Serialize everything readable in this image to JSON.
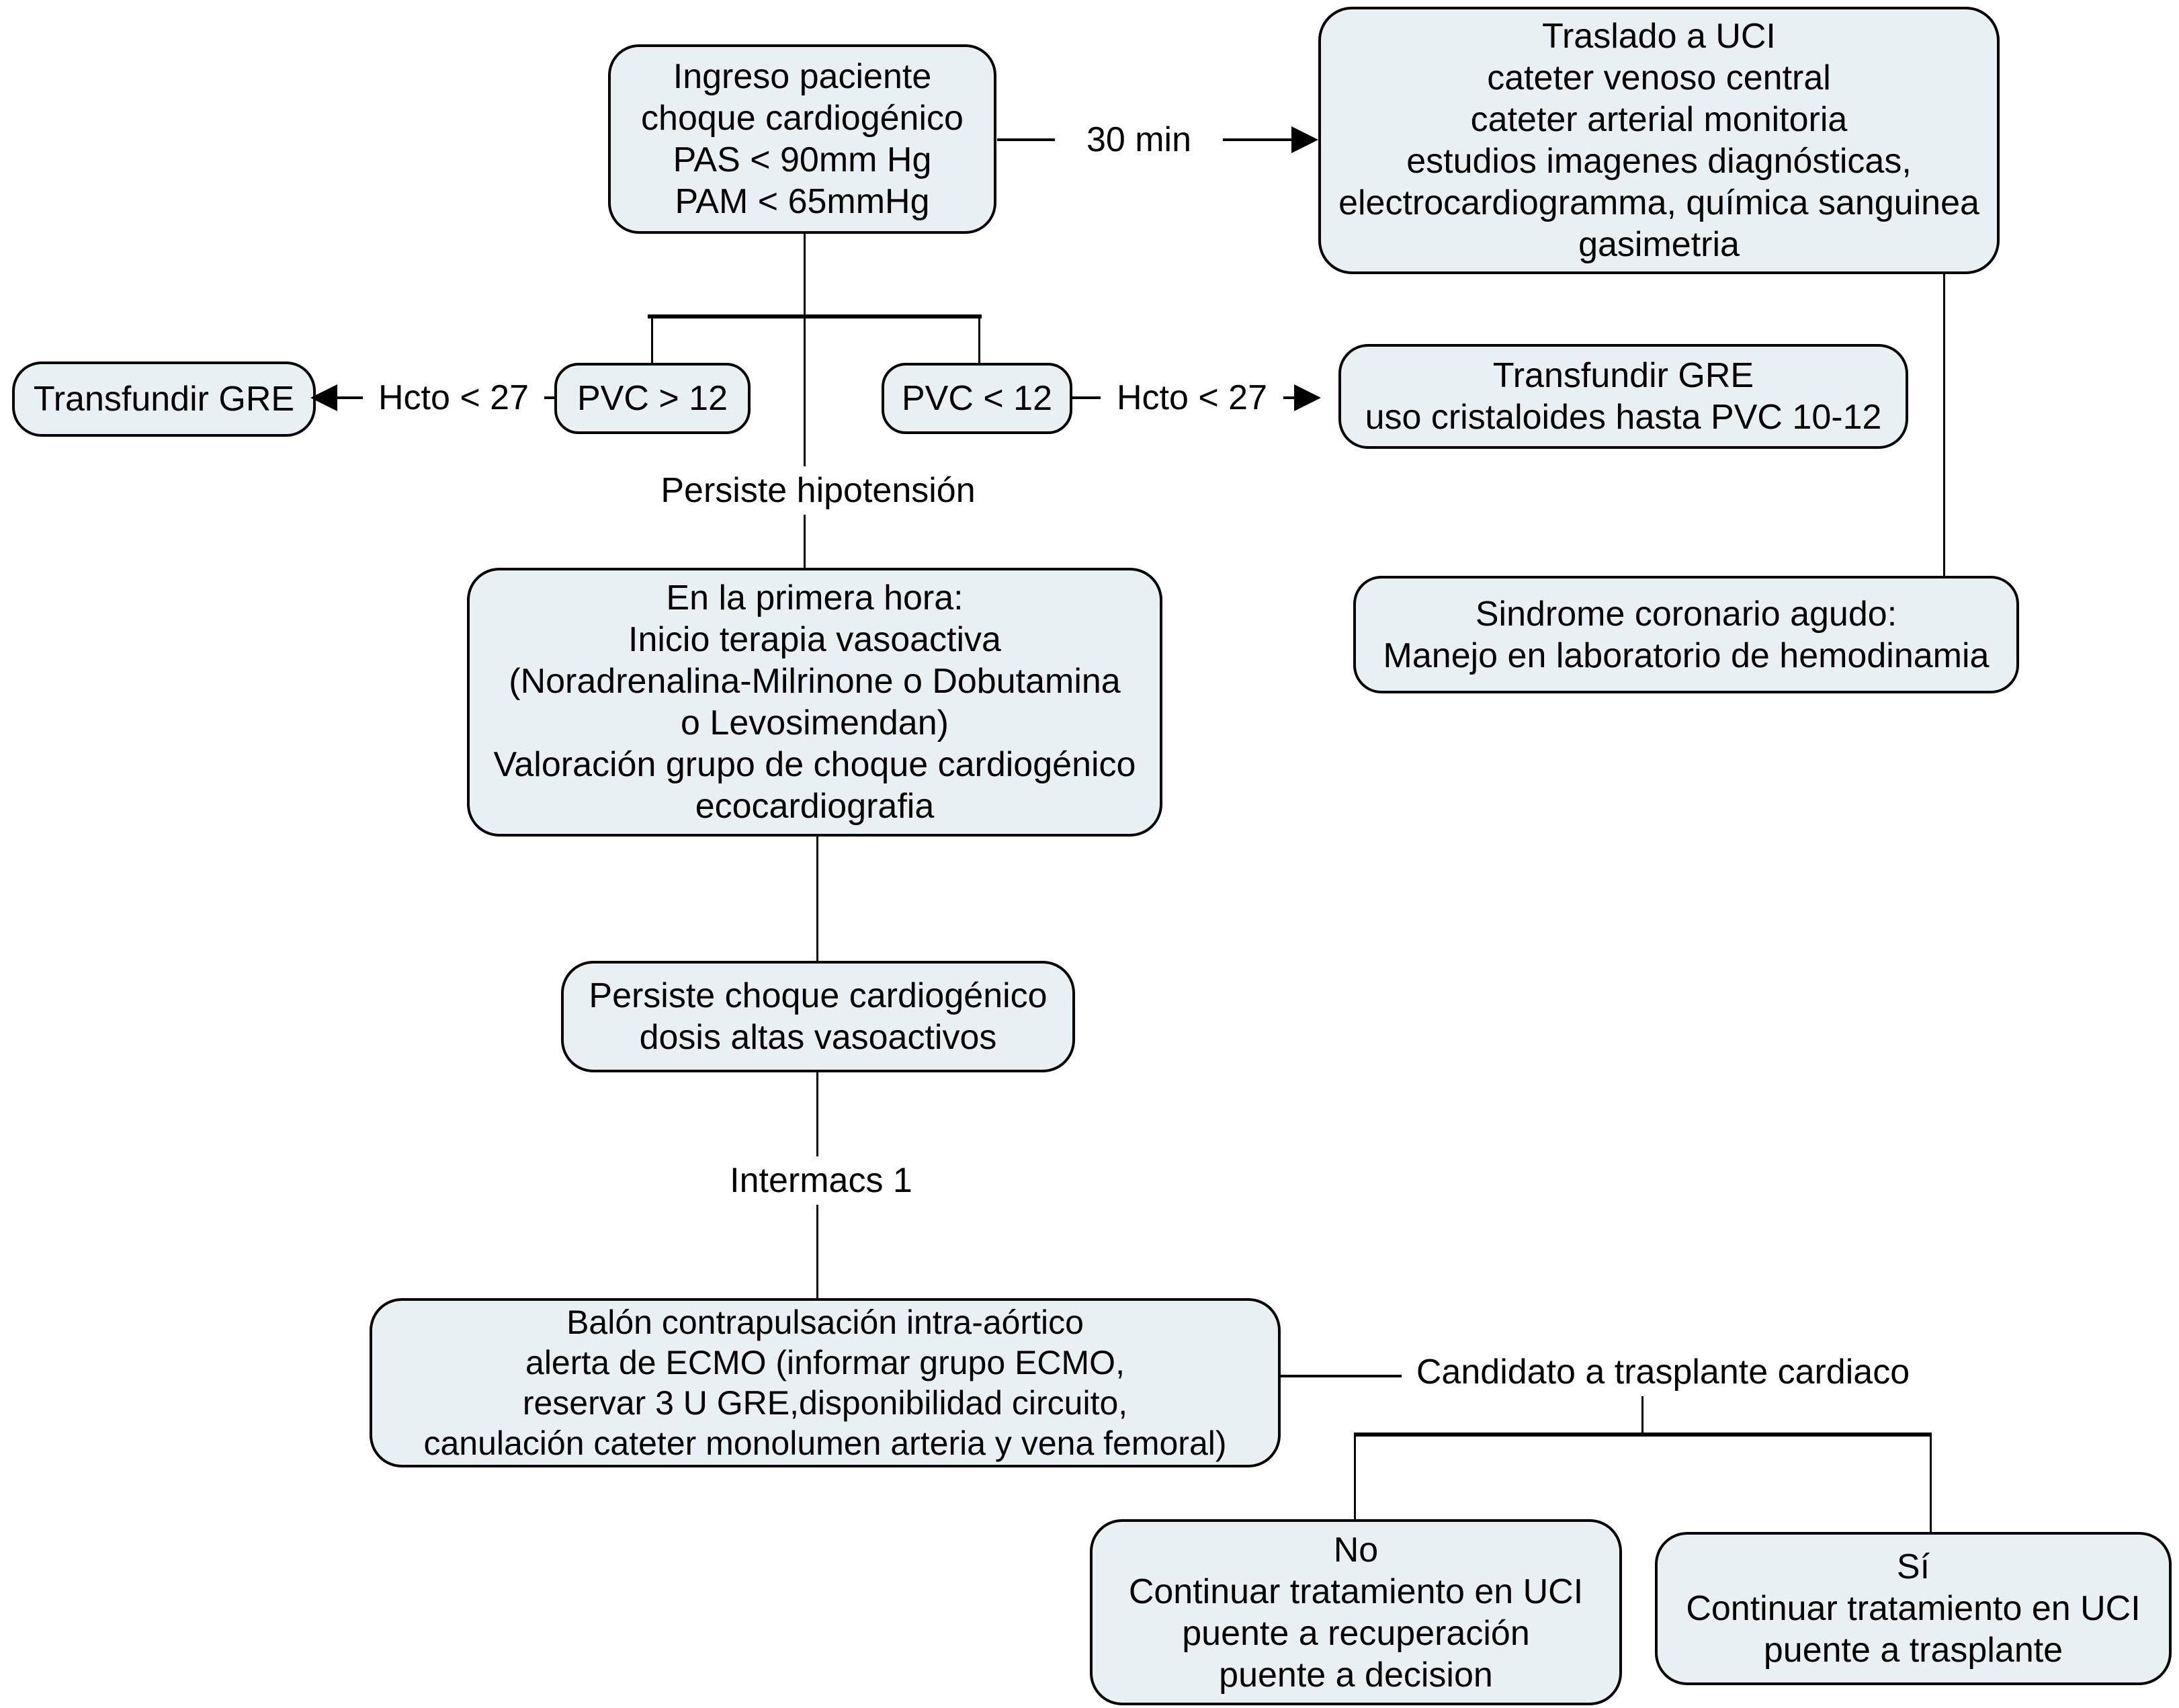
{
  "theme": {
    "node_fill": "#e8f0f3",
    "node_border": "#000000",
    "line_color": "#000000",
    "background": "#ffffff"
  },
  "nodes": {
    "ingreso": {
      "lines": [
        "Ingreso paciente",
        "choque cardiogénico",
        "PAS < 90mm Hg",
        "PAM < 65mmHg"
      ]
    },
    "traslado": {
      "lines": [
        "Traslado a UCI",
        "cateter venoso central",
        "cateter arterial monitoria",
        "estudios imagenes diagnósticas,",
        "electrocardiogramma, química sanguinea",
        "gasimetria"
      ]
    },
    "transfundir_izq": {
      "lines": [
        "Transfundir GRE"
      ]
    },
    "pvc_mayor": {
      "lines": [
        "PVC > 12"
      ]
    },
    "pvc_menor": {
      "lines": [
        "PVC < 12"
      ]
    },
    "transfundir_der": {
      "lines": [
        "Transfundir GRE",
        "uso cristaloides hasta PVC 10-12"
      ]
    },
    "sindrome": {
      "lines": [
        "Sindrome coronario agudo:",
        "Manejo en laboratorio de hemodinamia"
      ]
    },
    "primera_hora": {
      "lines": [
        "En la primera hora:",
        "Inicio terapia  vasoactiva",
        "(Noradrenalina-Milrinone o Dobutamina",
        "o Levosimendan)",
        "Valoración grupo de choque cardiogénico",
        "ecocardiografia"
      ]
    },
    "persiste_choque": {
      "lines": [
        "Persiste choque cardiogénico",
        "dosis altas vasoactivos"
      ]
    },
    "balon": {
      "lines": [
        "Balón contrapulsación intra-aórtico",
        "alerta de ECMO (informar grupo ECMO,",
        "reservar 3 U GRE,disponibilidad circuito,",
        "canulación cateter monolumen arteria y vena femoral)"
      ]
    },
    "no_box": {
      "lines": [
        "No",
        "Continuar tratamiento en UCI",
        "puente a recuperación",
        "puente a decision"
      ]
    },
    "si_box": {
      "lines": [
        "Sí",
        "Continuar tratamiento en UCI",
        "puente a trasplante"
      ]
    }
  },
  "labels": {
    "t30": "30 min",
    "hcto_izq": "Hcto < 27",
    "hcto_der": "Hcto < 27",
    "persiste_hipo": "Persiste hipotensión",
    "intermacs": "Intermacs 1",
    "candidato": "Candidato a trasplante cardiaco"
  }
}
